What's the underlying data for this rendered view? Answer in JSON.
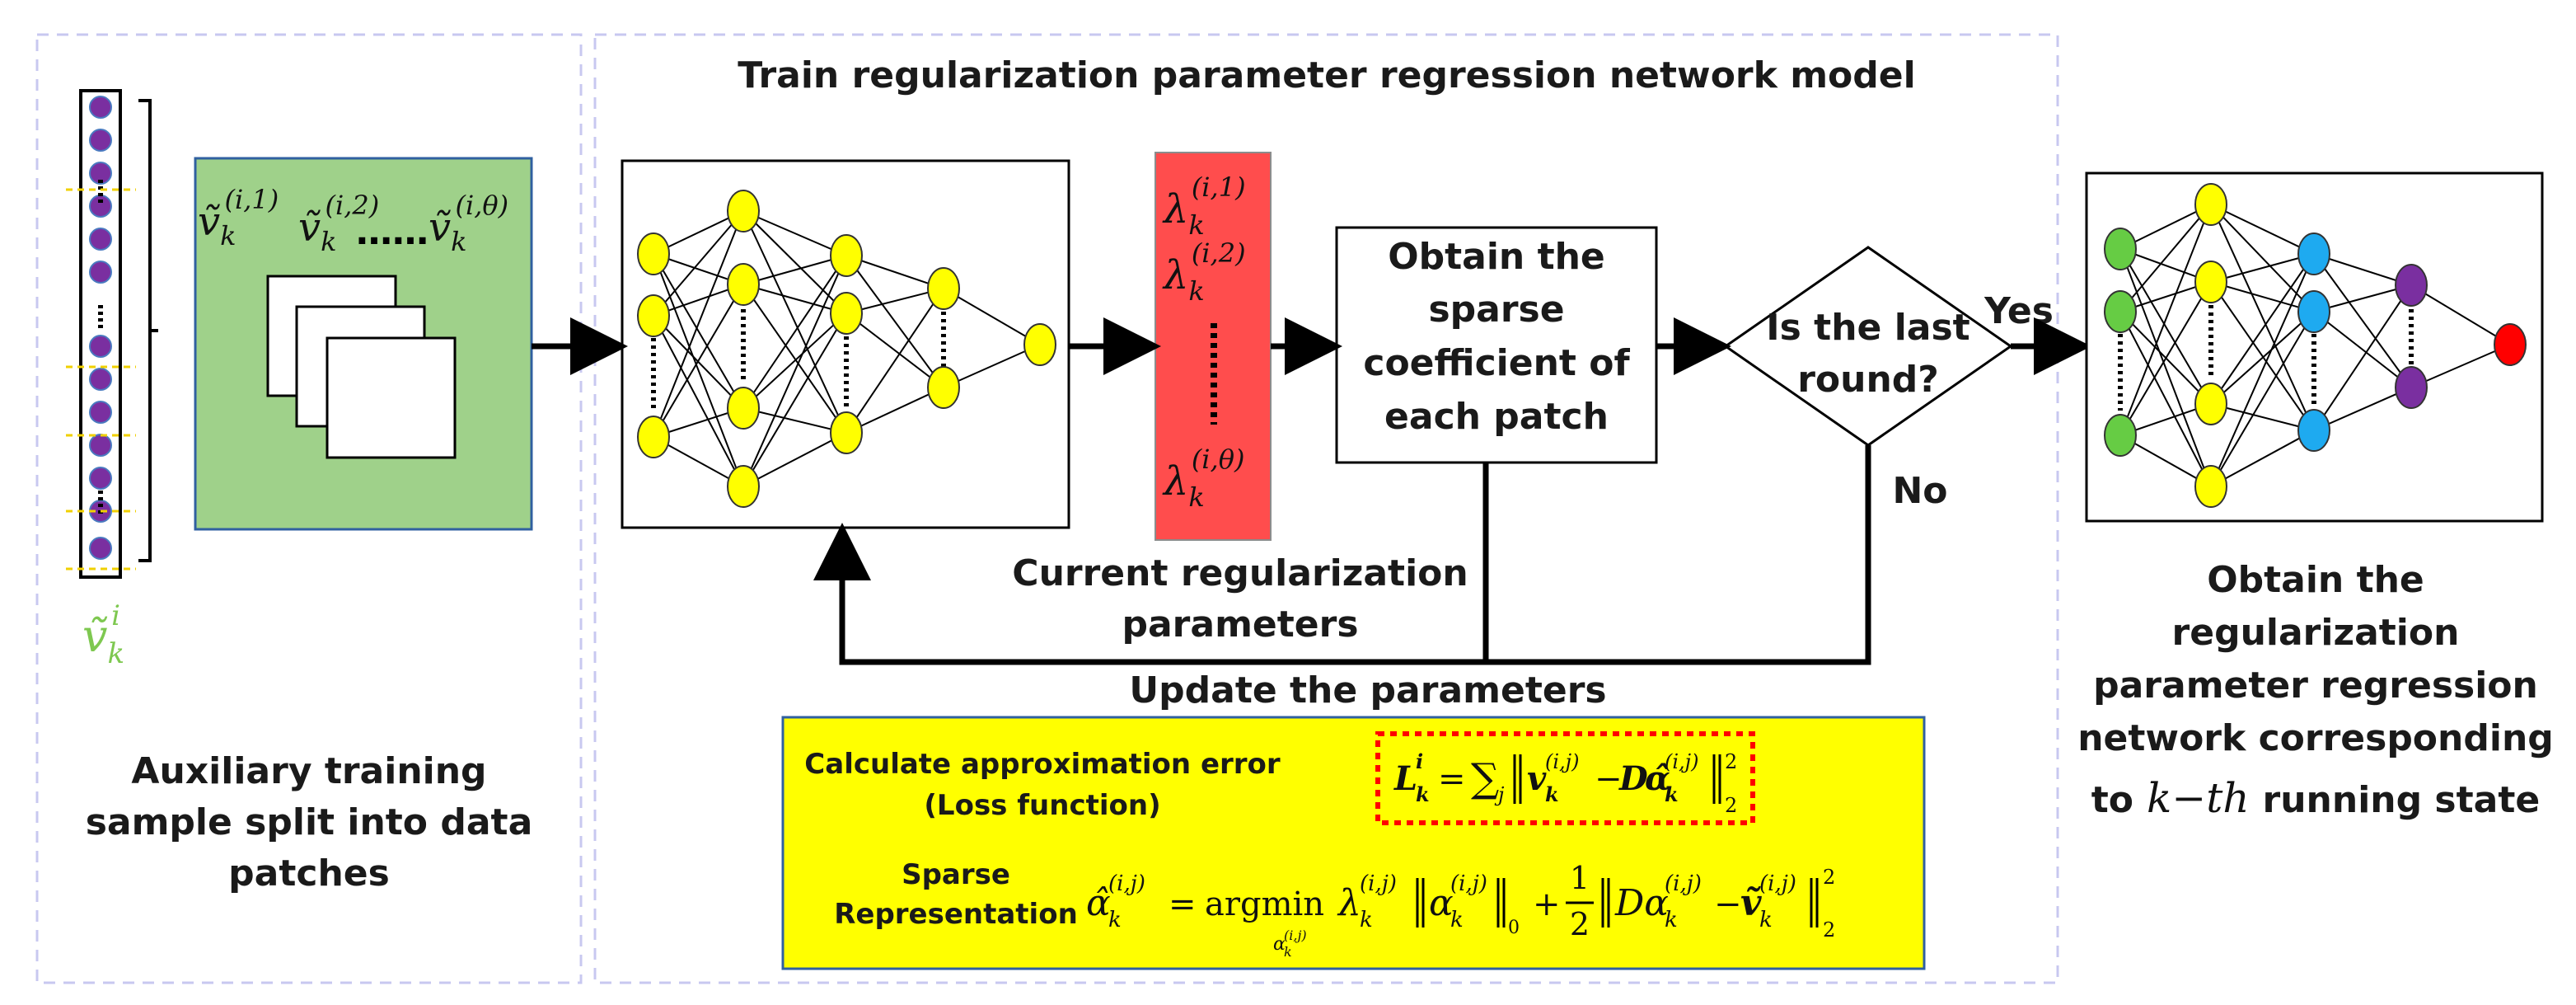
{
  "panels": {
    "train_title": "Train regularization parameter regression network model",
    "left_caption": [
      "Auxiliary training",
      "sample split into data",
      "patches"
    ],
    "right_caption": [
      "Obtain the",
      "regularization",
      "parameter regression",
      "network corresponding"
    ],
    "right_caption_last": {
      "prefix": "to",
      "math": "k−th",
      "suffix": "running state"
    }
  },
  "input_vector": {
    "label_base": "ṽ",
    "label_sub": "k",
    "label_sup": "i",
    "label_color": "#7ec850"
  },
  "patches": {
    "terms": [
      "(i,1)",
      "(i,2)",
      "(i,θ)"
    ],
    "base": "ṽ",
    "sub": "k",
    "ellipsis": "……",
    "fill": "#9fd18a"
  },
  "lambda_box": {
    "terms": [
      "(i,1)",
      "(i,2)",
      "(i,θ)"
    ],
    "base": "λ",
    "sub": "k",
    "fill": "#ff4d4d"
  },
  "process_box": {
    "lines": [
      "Obtain the",
      "sparse",
      "coefficient of",
      "each patch"
    ]
  },
  "decision": {
    "lines": [
      "Is the last",
      "round?"
    ],
    "yes": "Yes",
    "no": "No"
  },
  "labels": {
    "current_params": [
      "Current regularization",
      "parameters"
    ],
    "update": "Update the parameters"
  },
  "formula_box": {
    "fill": "#ffff00",
    "loss_label": [
      "Calculate approximation error",
      "(Loss function)"
    ],
    "sparse_label": [
      "Sparse",
      "Representation"
    ],
    "argmin": "argmin",
    "half": [
      "1",
      "2"
    ]
  },
  "colors": {
    "yellow_node": "#ffff00",
    "green_node": "#66cc44",
    "blue_node": "#1eaaf0",
    "purple_node": "#7a2fa0",
    "red_node": "#ff0000",
    "dash_border": "#c8c8f0"
  }
}
